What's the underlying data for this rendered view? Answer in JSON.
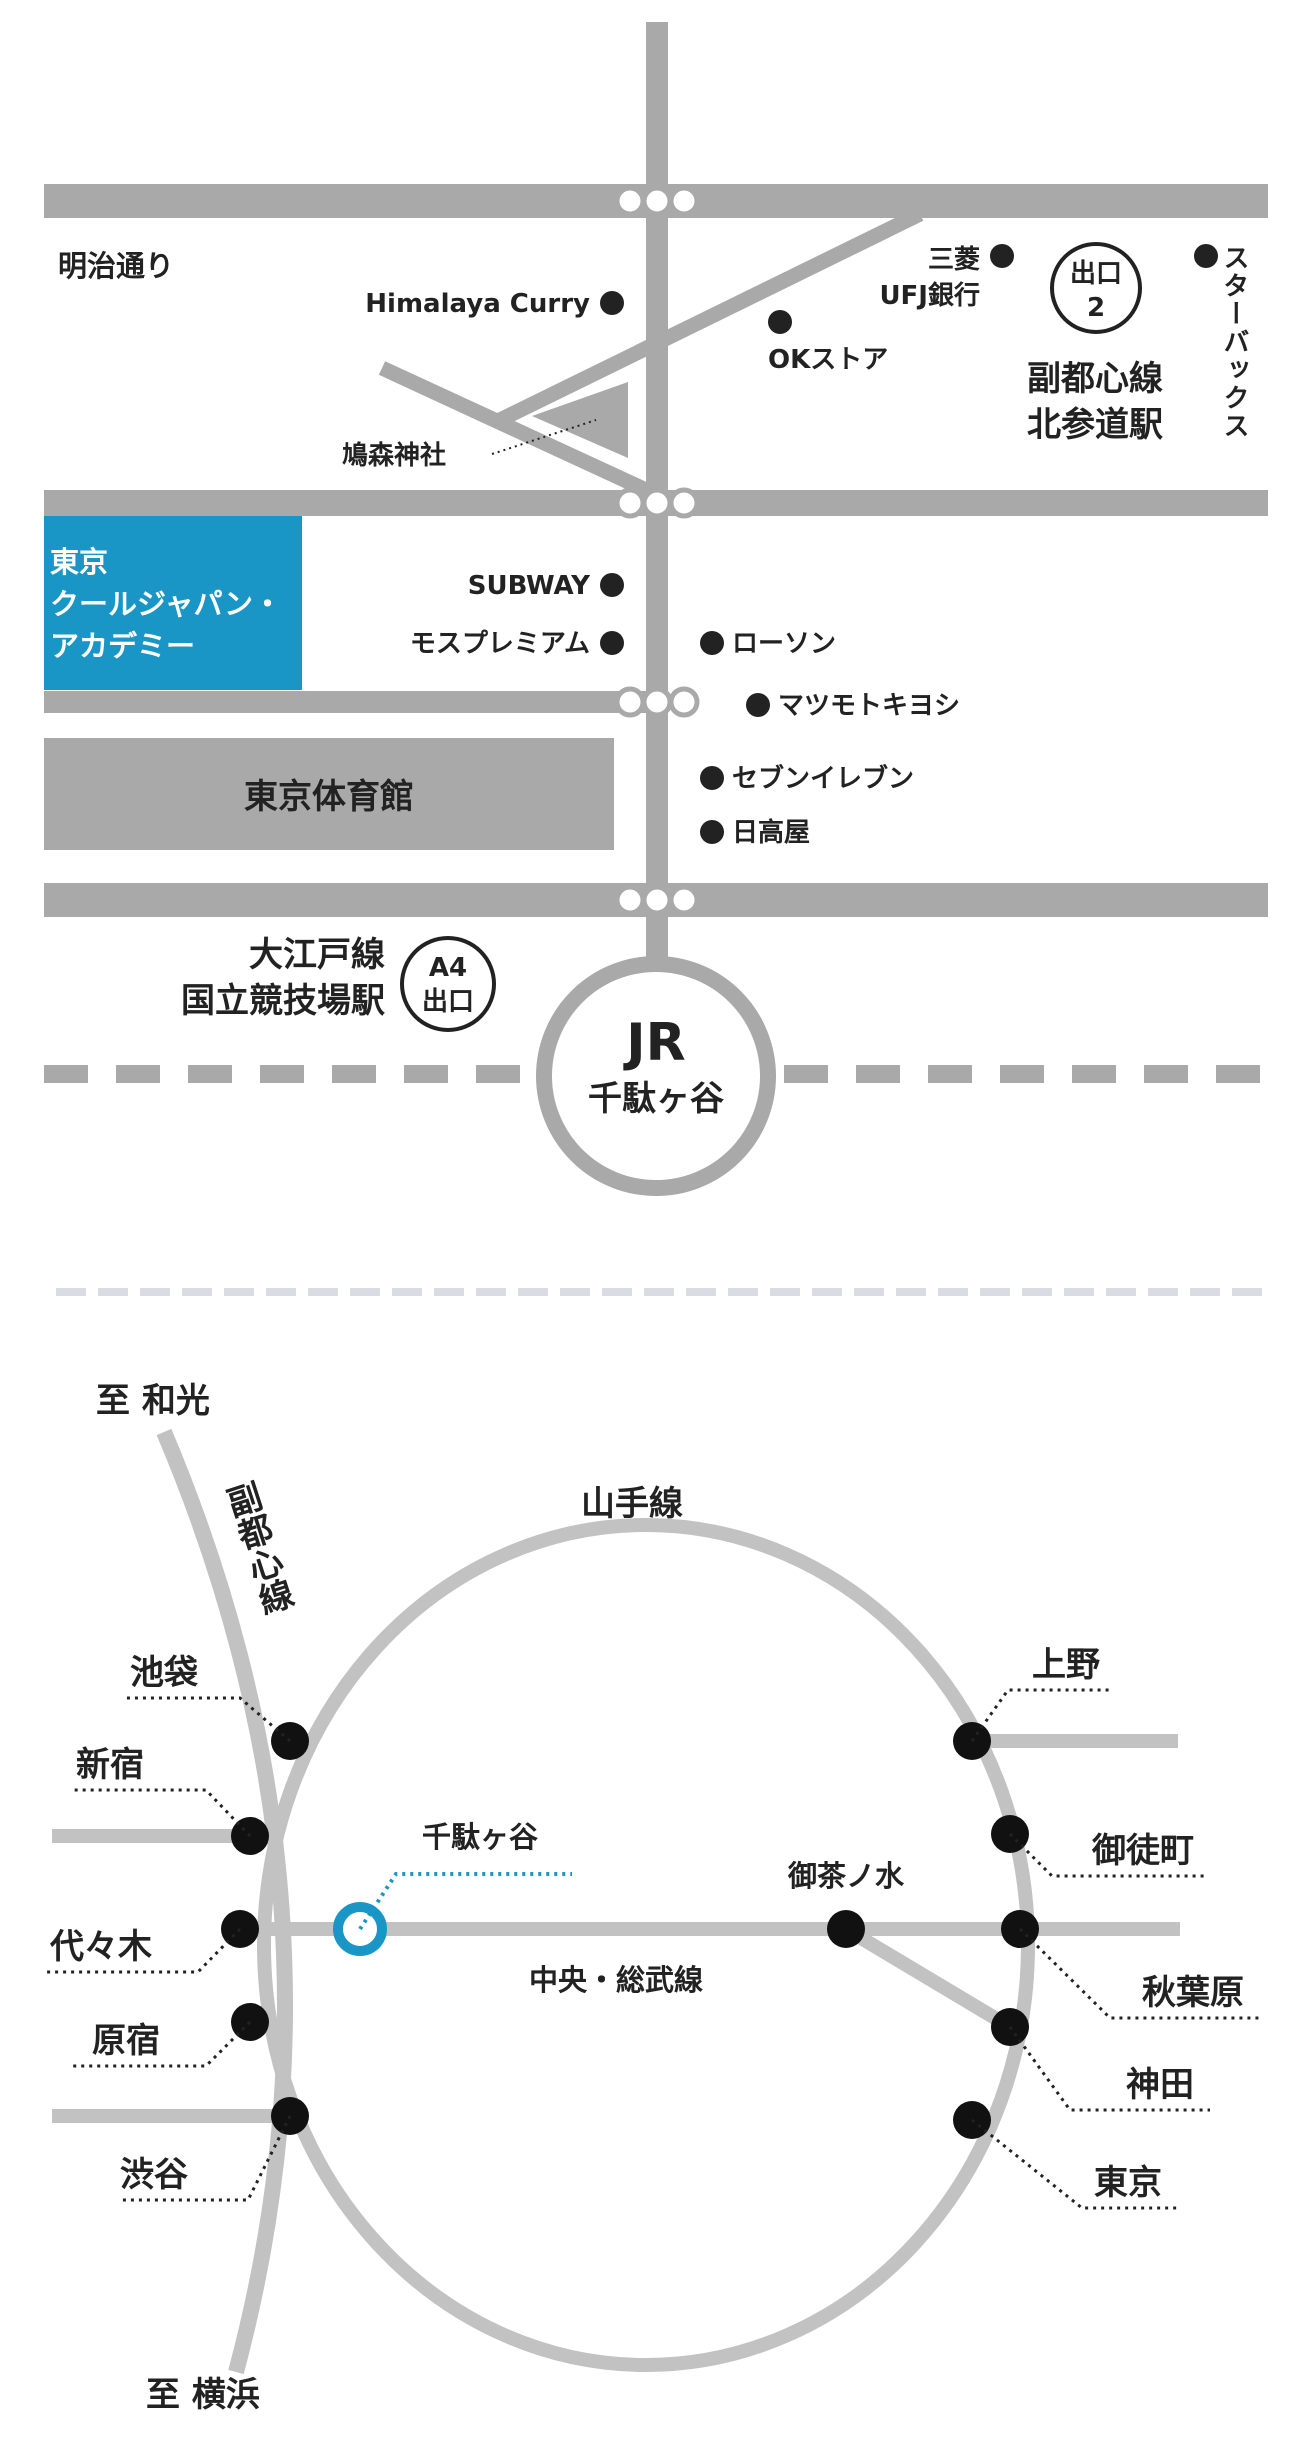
{
  "colors": {
    "road": "#a9a9a9",
    "ink": "#222222",
    "accent_blue": "#1a96c6",
    "white": "#ffffff"
  },
  "upper_map": {
    "street_label": "明治通り",
    "shrine": "鳩森神社",
    "school_lines": [
      "東京",
      "クールジャパン・",
      "アカデミー"
    ],
    "gym": "東京体育館",
    "fukutoshin_exit_label": [
      "出口",
      "2"
    ],
    "fukutoshin_station": [
      "副都心線",
      "北参道駅"
    ],
    "oedo_station": [
      "大江戸線",
      "国立競技場駅"
    ],
    "oedo_exit_label": [
      "A4",
      "出口"
    ],
    "jr_station": [
      "JR",
      "千駄ヶ谷"
    ],
    "shops": {
      "himalaya": "Himalaya Curry",
      "mufg": [
        "三菱",
        "UFJ銀行"
      ],
      "ok_store": "OKストア",
      "starbucks": "スターバックス",
      "subway": "SUBWAY",
      "mos": "モスプレミアム",
      "lawson": "ローソン",
      "matsumoto": "マツモトキヨシ",
      "seven": "セブンイレブン",
      "hidakaya": "日高屋"
    }
  },
  "route_map": {
    "yamanote_label": "山手線",
    "fukutoshin_label": "副都心線",
    "chuo_sobu_label": "中央・総武線",
    "to_wako": "至 和光",
    "to_yokohama": "至 横浜",
    "highlight_station": "千駄ヶ谷",
    "stations_left": [
      "池袋",
      "新宿",
      "代々木",
      "原宿",
      "渋谷"
    ],
    "stations_right": [
      "上野",
      "御徒町",
      "秋葉原",
      "神田",
      "東京"
    ],
    "ochanomizu": "御茶ノ水"
  }
}
